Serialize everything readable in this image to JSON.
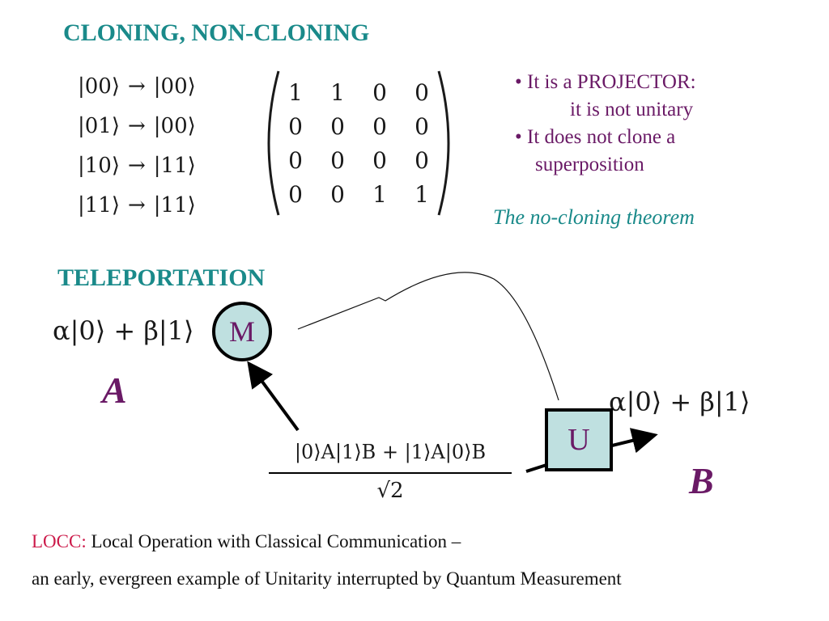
{
  "title": "CLONING, NON-CLONING",
  "cloning_map": [
    {
      "from": "|00⟩",
      "arrow": "→",
      "to": "|00⟩"
    },
    {
      "from": "|01⟩",
      "arrow": "→",
      "to": "|00⟩"
    },
    {
      "from": "|10⟩",
      "arrow": "→",
      "to": "|11⟩"
    },
    {
      "from": "|11⟩",
      "arrow": "→",
      "to": "|11⟩"
    }
  ],
  "matrix": {
    "rows": [
      [
        "1",
        "1",
        "0",
        "0"
      ],
      [
        "0",
        "0",
        "0",
        "0"
      ],
      [
        "0",
        "0",
        "0",
        "0"
      ],
      [
        "0",
        "0",
        "1",
        "1"
      ]
    ]
  },
  "bullets": {
    "b1_line1": "• It is a PROJECTOR:",
    "b1_line2": "it is not unitary",
    "b2_line1": "• It does not clone a",
    "b2_line2": "superposition"
  },
  "theorem": "The no-cloning theorem",
  "teleport": {
    "heading": "TELEPORTATION",
    "input_state": "α|0⟩ + β|1⟩",
    "output_state": "α|0⟩ + β|1⟩",
    "measurement_label": "M",
    "unitary_label": "U",
    "party_a": "A",
    "party_b": "B",
    "bell_numerator": "|0⟩A|1⟩B + |1⟩A|0⟩B",
    "bell_denominator": "√2"
  },
  "footer": {
    "locc_label": "LOCC:",
    "locc_text": " Local Operation with Classical Communication –",
    "line2": "an early, evergreen example of Unitarity interrupted by Quantum Measurement"
  },
  "colors": {
    "teal": "#1a8a8a",
    "plum": "#6a1a66",
    "node_fill": "#bfe0e0",
    "locc_red": "#cc1a4a"
  }
}
